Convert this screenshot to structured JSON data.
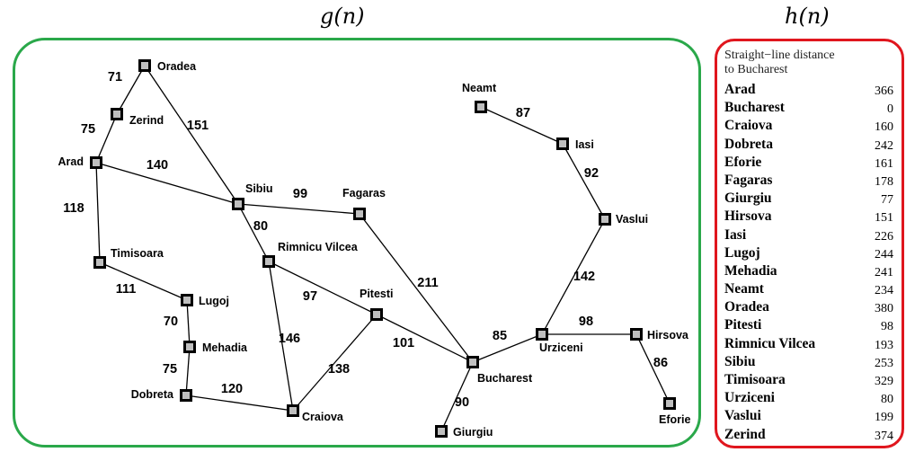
{
  "headings": {
    "cost_so_far": "g(n)",
    "heuristic": "h(n)"
  },
  "table": {
    "caption_line1": "Straight−line distance",
    "caption_line2": "to Bucharest",
    "rows": [
      {
        "city": "Arad",
        "value": "366"
      },
      {
        "city": "Bucharest",
        "value": "0"
      },
      {
        "city": "Craiova",
        "value": "160"
      },
      {
        "city": "Dobreta",
        "value": "242"
      },
      {
        "city": "Eforie",
        "value": "161"
      },
      {
        "city": "Fagaras",
        "value": "178"
      },
      {
        "city": "Giurgiu",
        "value": "77"
      },
      {
        "city": "Hirsova",
        "value": "151"
      },
      {
        "city": "Iasi",
        "value": "226"
      },
      {
        "city": "Lugoj",
        "value": "244"
      },
      {
        "city": "Mehadia",
        "value": "241"
      },
      {
        "city": "Neamt",
        "value": "234"
      },
      {
        "city": "Oradea",
        "value": "380"
      },
      {
        "city": "Pitesti",
        "value": "98"
      },
      {
        "city": "Rimnicu Vilcea",
        "value": "193"
      },
      {
        "city": "Sibiu",
        "value": "253"
      },
      {
        "city": "Timisoara",
        "value": "329"
      },
      {
        "city": "Urziceni",
        "value": "80"
      },
      {
        "city": "Vaslui",
        "value": "199"
      },
      {
        "city": "Zerind",
        "value": "374"
      }
    ]
  },
  "map": {
    "cities": [
      {
        "id": "oradea",
        "label": "Oradea"
      },
      {
        "id": "zerind",
        "label": "Zerind"
      },
      {
        "id": "arad",
        "label": "Arad"
      },
      {
        "id": "timisoara",
        "label": "Timisoara"
      },
      {
        "id": "lugoj",
        "label": "Lugoj"
      },
      {
        "id": "mehadia",
        "label": "Mehadia"
      },
      {
        "id": "dobreta",
        "label": "Dobreta"
      },
      {
        "id": "craiova",
        "label": "Craiova"
      },
      {
        "id": "sibiu",
        "label": "Sibiu"
      },
      {
        "id": "rimnicu",
        "label": "Rimnicu Vilcea"
      },
      {
        "id": "fagaras",
        "label": "Fagaras"
      },
      {
        "id": "pitesti",
        "label": "Pitesti"
      },
      {
        "id": "bucharest",
        "label": "Bucharest"
      },
      {
        "id": "giurgiu",
        "label": "Giurgiu"
      },
      {
        "id": "urziceni",
        "label": "Urziceni"
      },
      {
        "id": "hirsova",
        "label": "Hirsova"
      },
      {
        "id": "eforie",
        "label": "Eforie"
      },
      {
        "id": "vaslui",
        "label": "Vaslui"
      },
      {
        "id": "iasi",
        "label": "Iasi"
      },
      {
        "id": "neamt",
        "label": "Neamt"
      }
    ],
    "roads": [
      {
        "from": "oradea",
        "to": "zerind",
        "cost": "71"
      },
      {
        "from": "zerind",
        "to": "arad",
        "cost": "75"
      },
      {
        "from": "oradea",
        "to": "sibiu",
        "cost": "151"
      },
      {
        "from": "arad",
        "to": "sibiu",
        "cost": "140"
      },
      {
        "from": "arad",
        "to": "timisoara",
        "cost": "118"
      },
      {
        "from": "timisoara",
        "to": "lugoj",
        "cost": "111"
      },
      {
        "from": "lugoj",
        "to": "mehadia",
        "cost": "70"
      },
      {
        "from": "mehadia",
        "to": "dobreta",
        "cost": "75"
      },
      {
        "from": "dobreta",
        "to": "craiova",
        "cost": "120"
      },
      {
        "from": "sibiu",
        "to": "fagaras",
        "cost": "99"
      },
      {
        "from": "sibiu",
        "to": "rimnicu",
        "cost": "80"
      },
      {
        "from": "rimnicu",
        "to": "pitesti",
        "cost": "97"
      },
      {
        "from": "rimnicu",
        "to": "craiova",
        "cost": "146"
      },
      {
        "from": "craiova",
        "to": "pitesti",
        "cost": "138"
      },
      {
        "from": "fagaras",
        "to": "bucharest",
        "cost": "211"
      },
      {
        "from": "pitesti",
        "to": "bucharest",
        "cost": "101"
      },
      {
        "from": "bucharest",
        "to": "giurgiu",
        "cost": "90"
      },
      {
        "from": "bucharest",
        "to": "urziceni",
        "cost": "85"
      },
      {
        "from": "urziceni",
        "to": "hirsova",
        "cost": "98"
      },
      {
        "from": "hirsova",
        "to": "eforie",
        "cost": "86"
      },
      {
        "from": "urziceni",
        "to": "vaslui",
        "cost": "142"
      },
      {
        "from": "vaslui",
        "to": "iasi",
        "cost": "92"
      },
      {
        "from": "iasi",
        "to": "neamt",
        "cost": "87"
      }
    ]
  }
}
